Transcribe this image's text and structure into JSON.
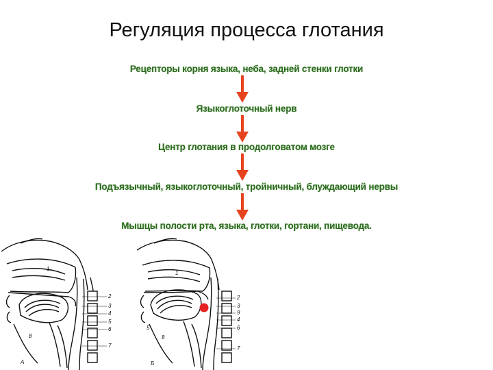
{
  "slide": {
    "title": "Регуляция процесса глотания",
    "steps": [
      "Рецепторы корня языка, неба, задней стенки глотки",
      "Языкоглоточный нерв",
      "Центр глотания в продолговатом мозге",
      "Подъязычный, языкоглоточный,  тройничный, блуждающий нервы",
      "Мышцы полости рта, языка, глотки, гортани, пищевода."
    ],
    "colors": {
      "step_text": "#2e6b22",
      "arrow": "#e8431f",
      "marker": "#e52222"
    }
  },
  "figure_a": {
    "labels": [
      "1",
      "2",
      "3",
      "4",
      "5",
      "6",
      "7",
      "8"
    ],
    "caption": "А"
  },
  "figure_b": {
    "labels": [
      "1",
      "2",
      "3",
      "4",
      "5",
      "6",
      "7",
      "8",
      "9"
    ],
    "caption": "Б"
  }
}
